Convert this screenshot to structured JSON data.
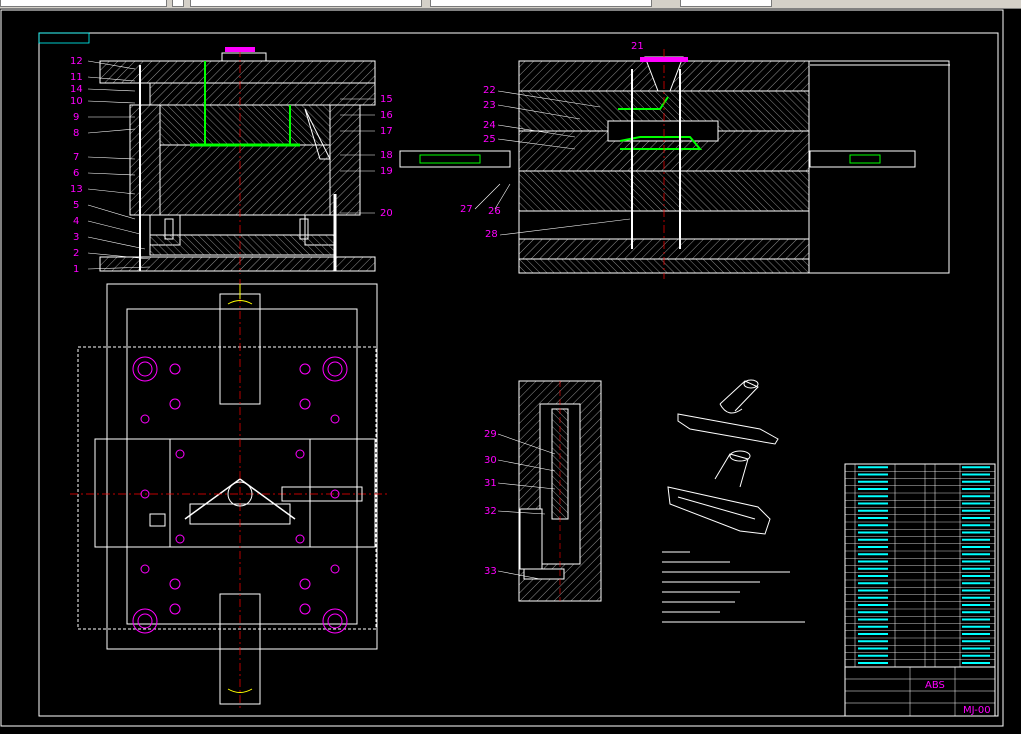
{
  "toolbar": {
    "fields": [
      "",
      "",
      "",
      "",
      ""
    ]
  },
  "part_labels": [
    "1",
    "2",
    "3",
    "4",
    "5",
    "6",
    "7",
    "8",
    "9",
    "10",
    "11",
    "12",
    "13",
    "14",
    "15",
    "16",
    "17",
    "18",
    "19",
    "20",
    "21",
    "22",
    "23",
    "24",
    "25",
    "26",
    "27",
    "28",
    "29",
    "30",
    "31",
    "32",
    "33"
  ],
  "title_block": {
    "material": "ABS",
    "drawing_no": "MJ-00"
  },
  "colors": {
    "background": "#000000",
    "line": "#ffffff",
    "label": "#ff00ff",
    "cavity": "#00ff00",
    "axis": "#ff0000",
    "bom_text": "#00ffff",
    "dimension": "#ffff00"
  },
  "icons": {
    "product_view_1": "attachment-nozzle-icon",
    "product_view_2": "attachment-nozzle-icon"
  }
}
